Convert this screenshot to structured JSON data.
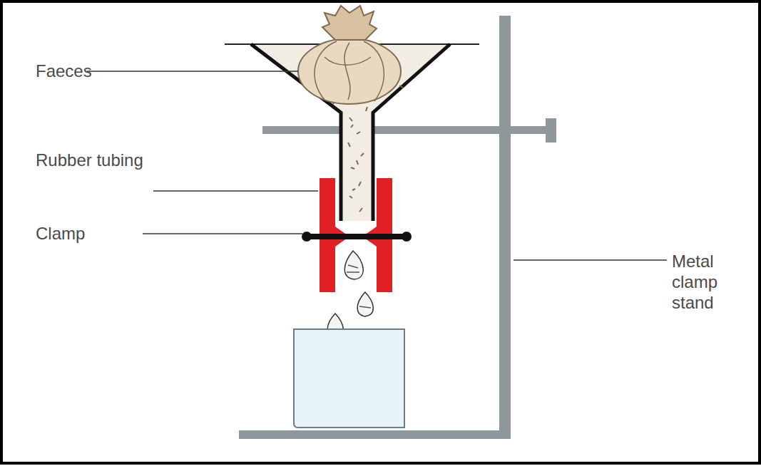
{
  "diagram": {
    "labels": [
      "Faeces",
      "Rubber tubing",
      "Clamp",
      "Metal clamp stand"
    ]
  }
}
